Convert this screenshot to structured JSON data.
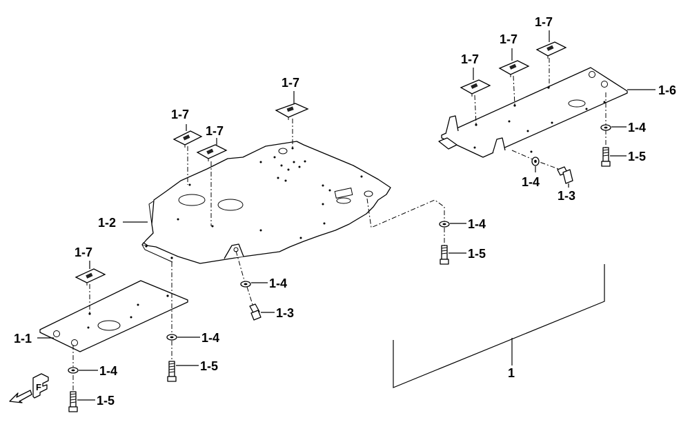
{
  "callouts": {
    "part_1": "1",
    "part_1_1": "1-1",
    "part_1_2": "1-2",
    "part_1_3": "1-3",
    "part_1_4": "1-4",
    "part_1_5": "1-5",
    "part_1_6": "1-6",
    "part_1_7": "1-7"
  },
  "front_marker": "F"
}
